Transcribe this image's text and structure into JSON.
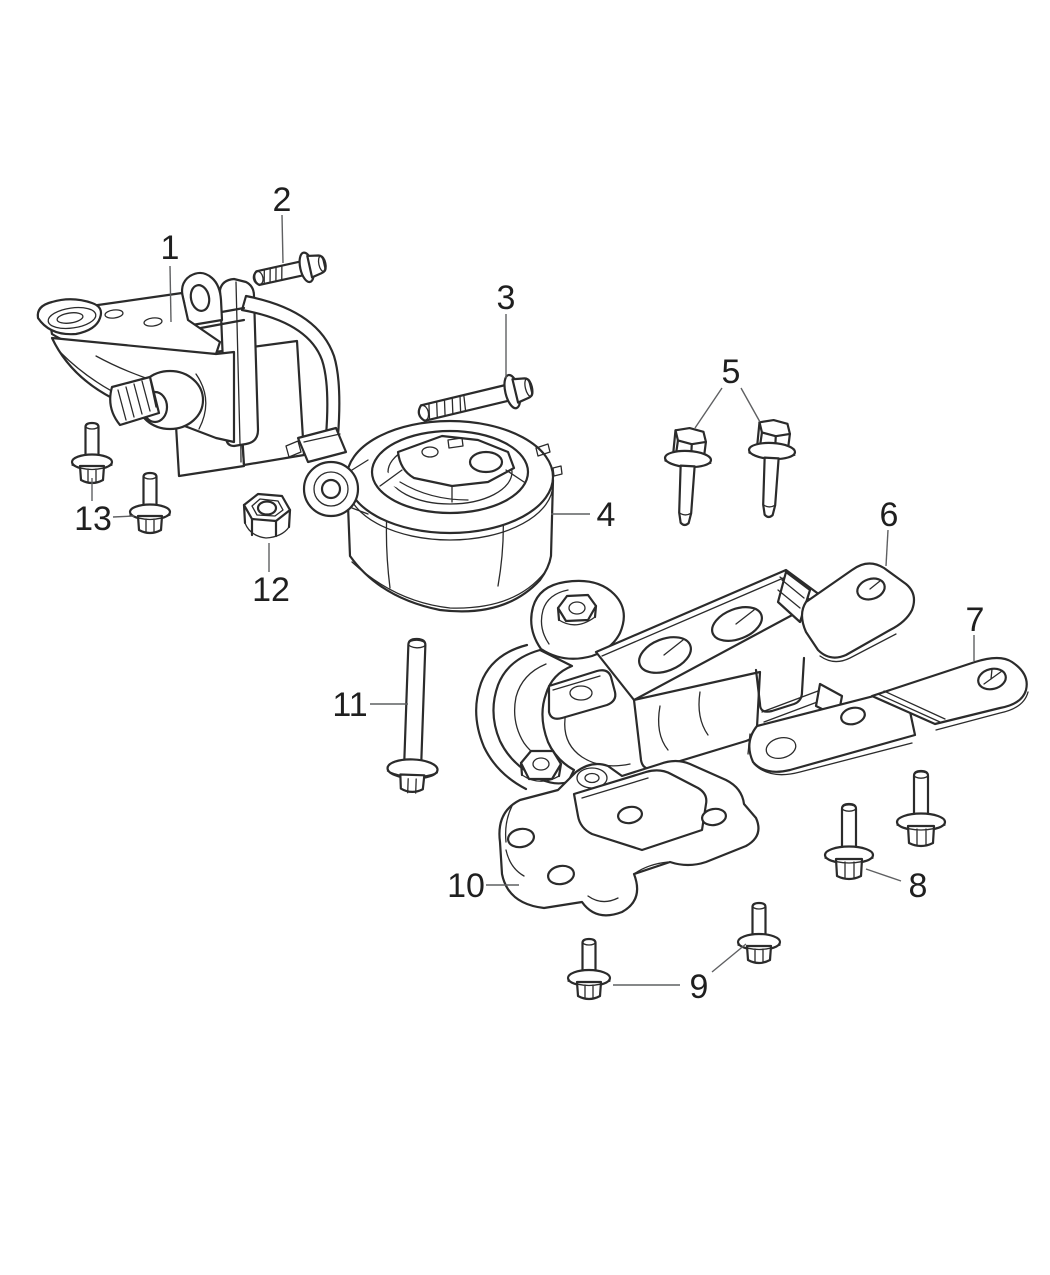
{
  "page": {
    "background": "#ffffff"
  },
  "style": {
    "line_color": "#2b2b2b",
    "leader_color": "#5f6062",
    "label_color": "#1f1f1f"
  },
  "diagram": {
    "type": "exploded-parts-diagram",
    "callouts": [
      {
        "label": "1"
      },
      {
        "label": "2"
      },
      {
        "label": "3"
      },
      {
        "label": "4"
      },
      {
        "label": "5"
      },
      {
        "label": "6"
      },
      {
        "label": "7"
      },
      {
        "label": "8"
      },
      {
        "label": "9"
      },
      {
        "label": "10"
      },
      {
        "label": "11"
      },
      {
        "label": "12"
      },
      {
        "label": "13"
      }
    ]
  }
}
